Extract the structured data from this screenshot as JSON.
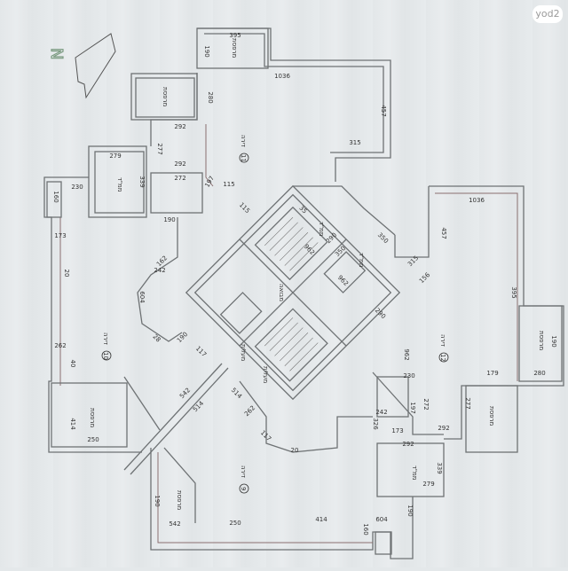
{
  "watermark": "yod2",
  "north_label": "N",
  "apartments": [
    {
      "label": "דירה",
      "number": "11"
    },
    {
      "label": "דירה",
      "number": "10"
    },
    {
      "label": "דירה",
      "number": "9"
    },
    {
      "label": "דירה",
      "number": "12"
    }
  ],
  "rooms": {
    "safe_room": "ממ\"ד",
    "balcony": "מרפסת",
    "elevator": "מעלית",
    "lobby": "מבואה"
  },
  "dimensions": [
    "395",
    "190",
    "280",
    "1036",
    "457",
    "315",
    "292",
    "277",
    "292",
    "279",
    "339",
    "272",
    "197",
    "115",
    "230",
    "160",
    "190",
    "173",
    "20",
    "604",
    "242",
    "162",
    "28",
    "190",
    "117",
    "262",
    "40",
    "414",
    "250",
    "542",
    "514",
    "514",
    "262",
    "117",
    "190",
    "542",
    "250",
    "414",
    "604",
    "190",
    "160",
    "20",
    "242",
    "326",
    "173",
    "197",
    "272",
    "292",
    "277",
    "292",
    "339",
    "279",
    "179",
    "280",
    "190",
    "395",
    "1036",
    "457",
    "315",
    "156",
    "35",
    "962",
    "290",
    "350",
    "350",
    "962",
    "290",
    "962",
    "230",
    "115",
    "962"
  ],
  "colors": {
    "background": "#e4e8ea",
    "walls": "#6e7274",
    "accent_walls": "#8a6f70"
  }
}
